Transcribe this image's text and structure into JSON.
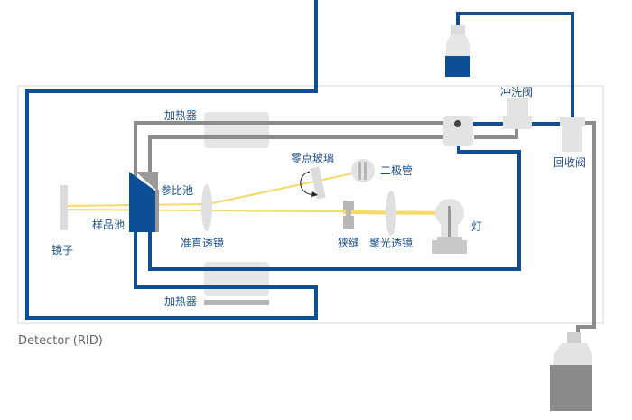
{
  "title": "Detector (RID)",
  "labels": {
    "heater_top": "加热器",
    "heater_bottom": "加热器",
    "reference_cell": "参比池",
    "sample_cell": "样品池",
    "mirror": "镜子",
    "collimating_lens": "准直透镜",
    "zero_glass": "零点玻璃",
    "diode": "二极管",
    "slit": "狭缝",
    "condenser_lens": "聚光透镜",
    "lamp": "灯",
    "purge_valve": "冲洗阀",
    "recycle_valve": "回收阀"
  },
  "colors": {
    "blue": "#0d4f96",
    "gray": "#8c8c8c",
    "light": "#e3e3e3",
    "beam": "#f5d96b",
    "text": "#1d4f8a"
  }
}
